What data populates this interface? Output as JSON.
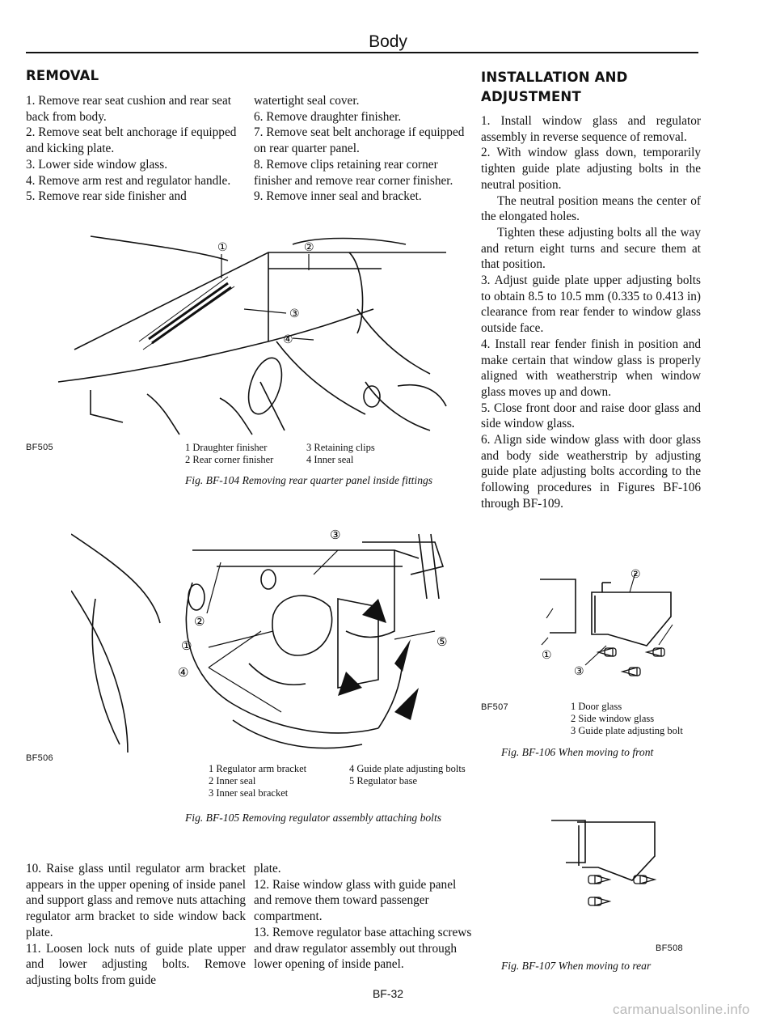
{
  "header": {
    "title": "Body"
  },
  "removal": {
    "heading": "REMOVAL",
    "col1": [
      "1.  Remove rear seat cushion and rear seat back from body.",
      "2.  Remove seat belt anchorage if equipped and kicking plate.",
      "3.  Lower side window glass.",
      "4.  Remove arm rest and regulator handle.",
      "5.  Remove rear side finisher and"
    ],
    "col2": [
      "watertight seal cover.",
      "6.  Remove draughter finisher.",
      "7.  Remove seat belt anchorage if equipped on rear quarter panel.",
      "8.  Remove clips retaining rear corner finisher and remove rear corner finisher.",
      "9.  Remove inner seal and bracket."
    ]
  },
  "fig104": {
    "code": "BF505",
    "callouts": [
      "①",
      "②",
      "③",
      "④"
    ],
    "legend": [
      "1  Draughter finisher",
      "3  Retaining clips",
      "2  Rear corner finisher",
      "4  Inner seal"
    ],
    "caption": "Fig. BF-104  Removing rear quarter panel inside fittings"
  },
  "fig105": {
    "code": "BF506",
    "callouts": [
      "①",
      "②",
      "③",
      "④",
      "⑤"
    ],
    "legend": [
      "1  Regulator arm bracket",
      "4  Guide plate adjusting bolts",
      "2  Inner seal",
      "5  Regulator base",
      "3  Inner seal bracket"
    ],
    "caption": "Fig. BF-105  Removing regulator assembly attaching bolts"
  },
  "steps_bottom": {
    "col1": [
      "10.  Raise glass until regulator arm bracket appears in the upper opening of inside panel and support glass and remove nuts attaching regulator arm bracket to side window back plate.",
      "11.  Loosen lock nuts of guide plate upper and lower adjusting bolts. Remove adjusting bolts from guide"
    ],
    "col2": [
      "plate.",
      "12.  Raise window glass with guide panel and remove them toward passenger compartment.",
      "13.  Remove regulator base attaching screws and draw regulator assembly out through lower opening of inside panel."
    ]
  },
  "installation": {
    "heading_line1": "INSTALLATION AND",
    "heading_line2": "ADJUSTMENT",
    "steps": [
      "1.  Install window glass and regulator assembly in reverse sequence of removal.",
      "2.  With window glass down, temporarily tighten guide plate adjusting bolts in the neutral position.",
      "The neutral position means the center of the elongated holes.",
      "Tighten these adjusting bolts all the way and return eight turns and secure them at that position.",
      "3.  Adjust guide plate upper adjusting bolts to obtain 8.5 to 10.5 mm (0.335 to 0.413 in) clearance from rear fender to window glass outside face.",
      "4.  Install rear fender finish in position and make certain that window glass is properly aligned with weatherstrip when window glass moves up and down.",
      "5.  Close front door and raise door glass and side window glass.",
      "6.  Align side window glass with door glass and body side weatherstrip by adjusting guide plate adjusting bolts according to the following procedures in Figures BF-106 through BF-109."
    ]
  },
  "fig106": {
    "code": "BF507",
    "callouts": [
      "①",
      "②",
      "③"
    ],
    "legend": [
      "1  Door glass",
      "2  Side window glass",
      "3  Guide plate adjusting bolt"
    ],
    "caption": "Fig. BF-106  When moving to front"
  },
  "fig107": {
    "code": "BF508",
    "caption": "Fig. BF-107  When moving to rear"
  },
  "footer": {
    "page": "BF-32"
  },
  "watermark": "carmanualsonline.info"
}
